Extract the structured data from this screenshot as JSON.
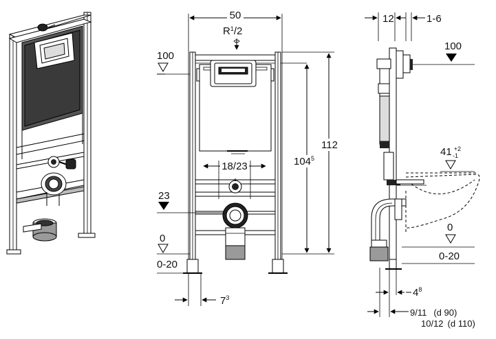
{
  "front_view": {
    "width_dim": "50",
    "pipe_label": "R",
    "pipe_sup": "1",
    "pipe_sub": "/2",
    "level_top": "100",
    "level_drain": "23",
    "level_floor": "0",
    "floor_range": "0-20",
    "height_outer": "112",
    "height_inner": "104",
    "height_inner_sup": "5",
    "bolt_spacing": "18/23",
    "foot_offset": "7",
    "foot_offset_sup": "3"
  },
  "side_view": {
    "depth_top": "12",
    "depth_right": "1-6",
    "level_top": "100",
    "level_bowl": "41",
    "bowl_tol_sup": "+2",
    "bowl_tol_sub": "-1",
    "level_floor": "0",
    "floor_range": "0-20",
    "dim_foot": "4",
    "dim_foot_sup": "8",
    "pipe_offset_1": "9/11",
    "pipe_size_1": "(d 90)",
    "pipe_offset_2": "10/12",
    "pipe_size_2": "(d 110)"
  }
}
